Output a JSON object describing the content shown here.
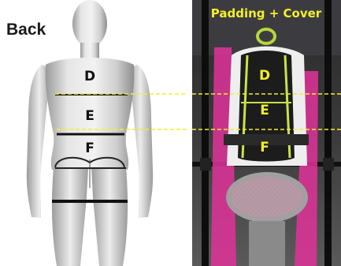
{
  "left_panel": {
    "heading": "Back",
    "zones": [
      "D",
      "E",
      "F"
    ]
  },
  "right_panel": {
    "title": "Padding + Cover",
    "zones": [
      "D",
      "E",
      "F"
    ]
  },
  "colors": {
    "guide_line": "#f4ee2a",
    "label_yellow": "#f4ee2a",
    "mannequin": "#d9d9d9",
    "pink_fabric": "#e0329a",
    "harness_green": "#c6e34a"
  }
}
